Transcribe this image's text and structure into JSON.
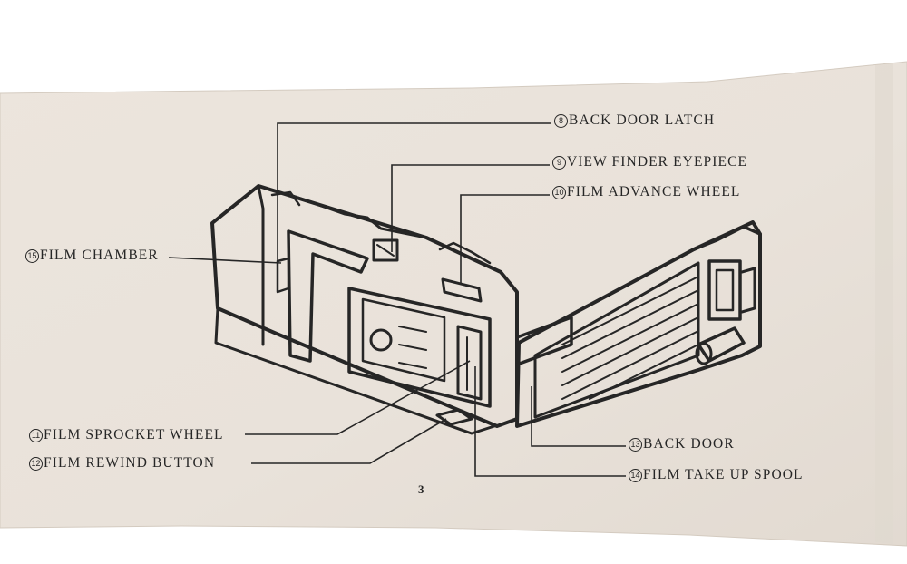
{
  "labels": {
    "back_door_latch": {
      "num": "8",
      "text": "BACK DOOR LATCH"
    },
    "view_finder_eyepiece": {
      "num": "9",
      "text": "VIEW FINDER EYEPIECE"
    },
    "film_advance_wheel": {
      "num": "10",
      "text": "FILM ADVANCE WHEEL"
    },
    "film_chamber": {
      "num": "15",
      "text": "FILM CHAMBER"
    },
    "film_sprocket_wheel": {
      "num": "11",
      "text": "FILM SPROCKET WHEEL"
    },
    "film_rewind_button": {
      "num": "12",
      "text": "FILM REWIND BUTTON"
    },
    "back_door": {
      "num": "13",
      "text": "BACK DOOR"
    },
    "film_take_up_spool": {
      "num": "14",
      "text": "FILM TAKE UP SPOOL"
    }
  },
  "page_number": "3",
  "colors": {
    "paper": "#ebe4dc",
    "ink": "#262626",
    "background": "#ffffff"
  }
}
